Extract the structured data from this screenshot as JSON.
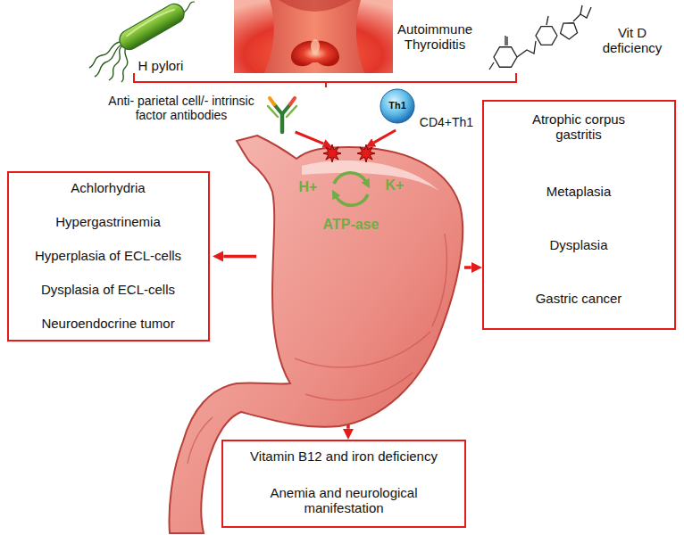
{
  "diagram": {
    "nodes": [
      {
        "text": [
          "Anti- parietal cell/- intrinsic factor antibodies"
        ]
      },
      {
        "text": [
          "Th1",
          "CD4+Th1"
        ]
      },
      {
        "text": []
      },
      {
        "text": [
          "Achlorhydria"
        ],
        "in": 2
      },
      {
        "text": [
          "Hypergastrinemia"
        ],
        "in": 2
      },
      {
        "text": [
          "Hyperplasia of ECL-cells"
        ],
        "in": 2
      },
      {
        "text": [
          "Dysplasia of ECL-cells"
        ],
        "in": 2
      },
      {
        "text": [
          "Neuroendocrine tumor"
        ],
        "in": 2
      },
      {
        "text": [
          "H+",
          "K+",
          "ATP-ase"
        ]
      },
      {
        "text": []
      },
      {
        "text": [
          "Atrophic corpus gastritis"
        ],
        "in": 9
      },
      {
        "text": [
          "Metaplasia"
        ],
        "in": 9
      },
      {
        "text": [
          "Dysplasia"
        ],
        "in": 9
      },
      {
        "text": [
          "Gastric cancer"
        ],
        "in": 9
      },
      {
        "text": []
      },
      {
        "text": [
          "Vitamin B12 and iron deficiency"
        ],
        "in": 14
      },
      {
        "text": [
          "Anemia and neurological manifestation"
        ],
        "in": 14
      }
    ],
    "edges": [
      {
        "from": 0,
        "to": 8,
        "arrow": "to"
      },
      {
        "from": 1,
        "to": 8,
        "arrow": "to"
      },
      {
        "from": 3,
        "to": 4,
        "arrow": "to"
      },
      {
        "from": 4,
        "to": 5,
        "arrow": "to"
      },
      {
        "from": 5,
        "to": 6,
        "arrow": "to"
      },
      {
        "from": 6,
        "to": 7,
        "arrow": "to"
      },
      {
        "from": 8,
        "to": 2,
        "arrow": "to"
      },
      {
        "from": 8,
        "to": 9,
        "arrow": "to"
      },
      {
        "from": 8,
        "to": 14,
        "arrow": "to"
      },
      {
        "from": 10,
        "to": 11,
        "arrow": "to"
      },
      {
        "from": 11,
        "to": 12,
        "arrow": "to"
      },
      {
        "from": 12,
        "to": 13,
        "arrow": "to"
      },
      {
        "from": 15,
        "to": 16,
        "arrow": "to"
      }
    ],
    "labels": [
      "H pylori",
      "Autoimmune Thyroiditis",
      "Vit D deficiency"
    ]
  }
}
